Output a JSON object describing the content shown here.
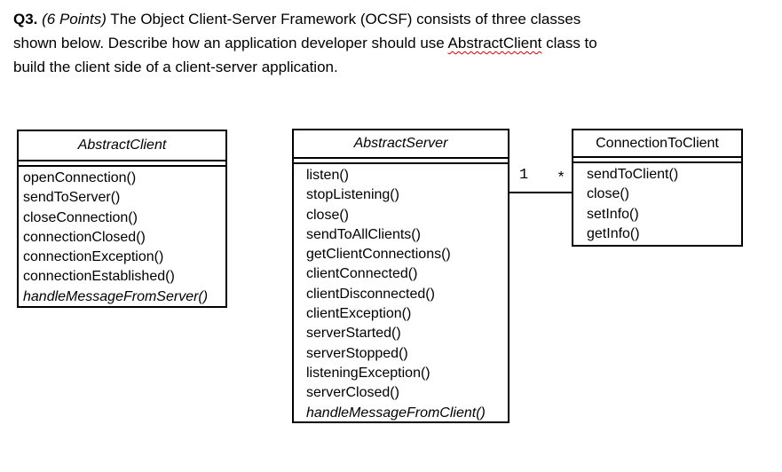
{
  "question": {
    "q_label": "Q3.",
    "points": " (6 Points)",
    "line1_rest": " The Object Client-Server Framework (OCSF) consists of three classes",
    "line2_before": "shown below. Describe how an application developer should use ",
    "line2_flagged": "AbstractClient",
    "line2_after": " class to",
    "line3": "build the client side of a client-server application."
  },
  "diagram": {
    "classes": [
      {
        "name": "AbstractClient",
        "methods": [
          "openConnection()",
          "sendToServer()",
          "closeConnection()",
          "connectionClosed()",
          "connectionException()",
          "connectionEstablished()",
          "handleMessageFromServer()"
        ]
      },
      {
        "name": "AbstractServer",
        "methods": [
          "listen()",
          "stopListening()",
          "close()",
          "sendToAllClients()",
          "getClientConnections()",
          "clientConnected()",
          "clientDisconnected()",
          "clientException()",
          "serverStarted()",
          "serverStopped()",
          "listeningException()",
          "serverClosed()",
          "handleMessageFromClient()"
        ]
      },
      {
        "name": "ConnectionToClient",
        "methods": [
          "sendToClient()",
          "close()",
          "setInfo()",
          "getInfo()"
        ]
      }
    ],
    "association": {
      "server_multiplicity": "1",
      "client_multiplicity": "*"
    }
  },
  "colors": {
    "text": "#000000",
    "line": "#000000",
    "background": "#ffffff",
    "spellcheck_underline": "#e00000"
  }
}
